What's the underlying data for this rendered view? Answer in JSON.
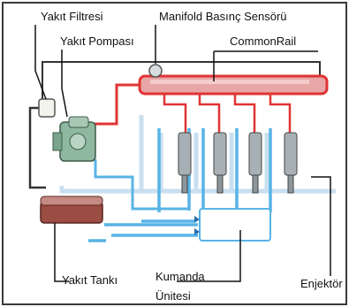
{
  "labels": {
    "fuel_filter": "Yakıt Filtresi",
    "fuel_pump": "Yakıt Pompası",
    "manifold_sensor": "Manifold Basınç Sensörü",
    "common_rail": "CommonRail",
    "fuel_tank": "Yakıt Tankı",
    "control_unit_line1": "Kumanda",
    "control_unit_line2": "Ünitesi",
    "injector": "Enjektör"
  },
  "colors": {
    "high_pressure": "#e03434",
    "low_pressure_blue": "#58b4e6",
    "return_line": "#c9dff0",
    "tank": "#9b4d44",
    "pump_body": "#8fb8a0",
    "injector_body": "#a7b0b5",
    "leader_line": "#111111"
  }
}
